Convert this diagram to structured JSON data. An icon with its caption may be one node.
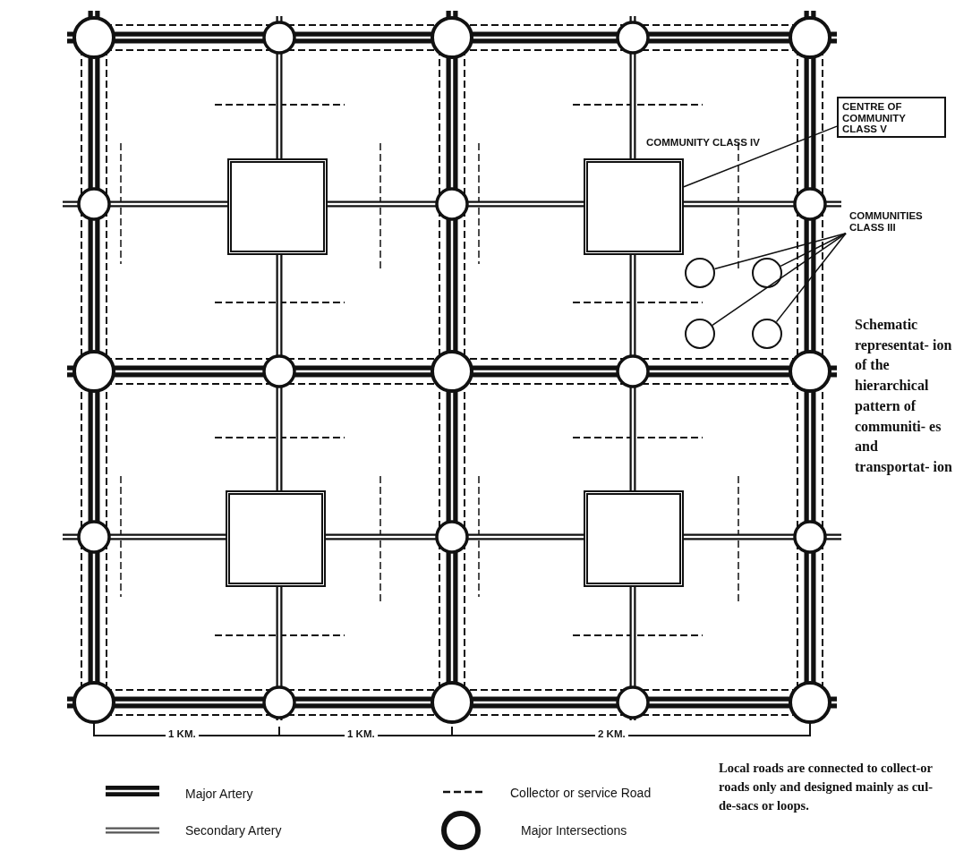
{
  "diagram": {
    "nodes": [
      {
        "text": [
          "CENTRE OF COMMUNITY CLASS V"
        ]
      },
      {
        "text": [
          "COMMUNITIES CLASS III"
        ]
      },
      {
        "text": [],
        "shape": "box"
      },
      {
        "text": [],
        "shape": "box"
      },
      {
        "text": [],
        "shape": "box"
      },
      {
        "text": [],
        "shape": "box"
      },
      {
        "text": [],
        "shape": "circle"
      },
      {
        "text": [],
        "shape": "circle"
      },
      {
        "text": [],
        "shape": "circle"
      },
      {
        "text": [],
        "shape": "circle"
      }
    ],
    "edges": [
      {
        "from": 0,
        "to": 3,
        "arrow": "none"
      },
      {
        "from": 1,
        "to": 6,
        "arrow": "none"
      },
      {
        "from": 1,
        "to": 7,
        "arrow": "none"
      },
      {
        "from": 1,
        "to": 8,
        "arrow": "none"
      },
      {
        "from": 1,
        "to": 9,
        "arrow": "none"
      }
    ],
    "labels": [
      "COMMUNITY CLASS IV",
      "Schematic representat- ion of the hierarchical pattern of communiti- es and transportat- ion",
      "1 KM.",
      "1 KM.",
      "2 KM.",
      "Local roads are connected to collect-or roads only and designed mainly as cul-de-sacs or loops."
    ],
    "legend": [
      {
        "text": "Major Artery"
      },
      {
        "text": "Secondary Artery"
      },
      {
        "text": "Collector or service Road"
      },
      {
        "text": "Major Intersections"
      }
    ]
  }
}
